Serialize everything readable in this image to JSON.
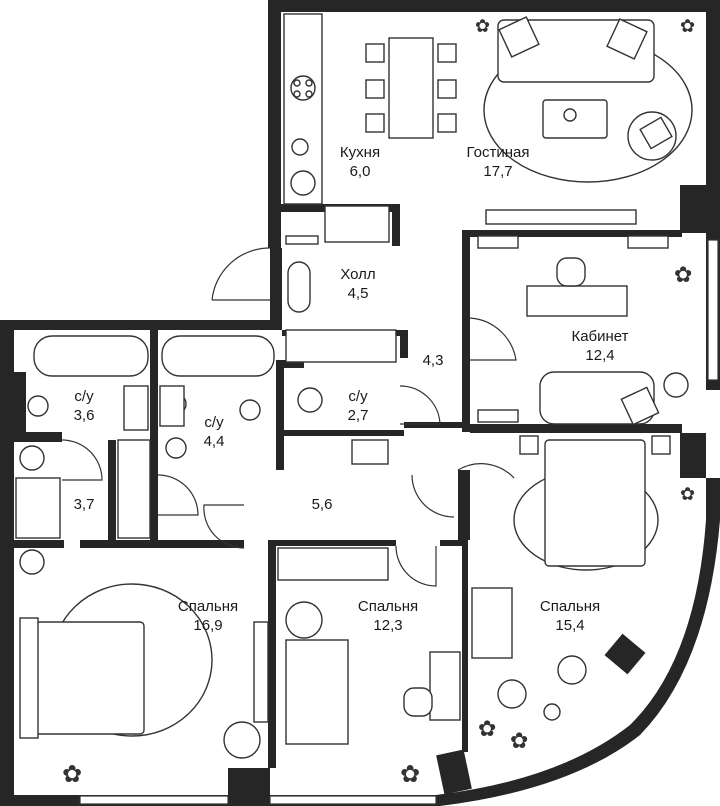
{
  "rooms": {
    "kitchen": {
      "name": "Кухня",
      "area": "6,0"
    },
    "living": {
      "name": "Гостиная",
      "area": "17,7"
    },
    "hall": {
      "name": "Холл",
      "area": "4,5"
    },
    "study": {
      "name": "Кабинет",
      "area": "12,4"
    },
    "bath1": {
      "name": "с/у",
      "area": "3,6"
    },
    "bath2": {
      "name": "с/у",
      "area": "4,4"
    },
    "bath3": {
      "name": "с/у",
      "area": "2,7"
    },
    "bedroom1": {
      "name": "Спальня",
      "area": "16,9"
    },
    "bedroom2": {
      "name": "Спальня",
      "area": "12,3"
    },
    "bedroom3": {
      "name": "Спальня",
      "area": "15,4"
    }
  },
  "areas_unnamed": {
    "corridor_a": "4,3",
    "closet": "3,7",
    "corridor_b": "5,6"
  },
  "colors": {
    "wall": "#262626",
    "line": "#333333",
    "background": "#ffffff"
  }
}
